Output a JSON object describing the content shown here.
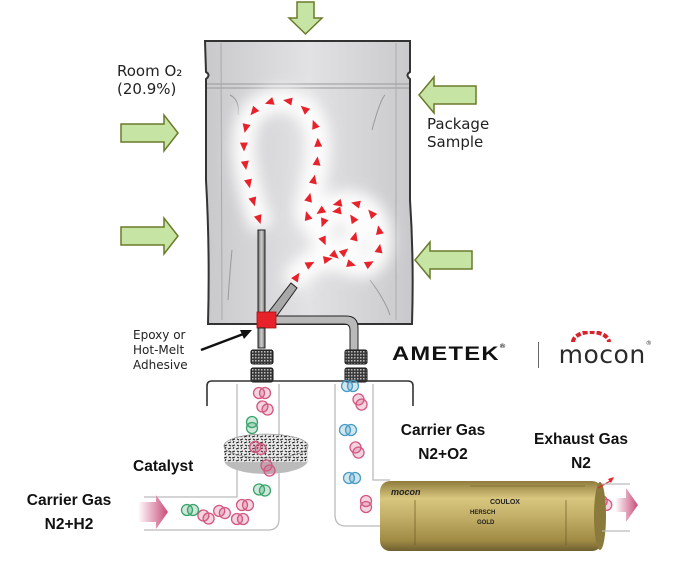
{
  "diagram": {
    "title": "Headspace oxygen analyzer flow diagram",
    "labels": {
      "room_o2_line1": "Room O₂",
      "room_o2_line2": "(20.9%)",
      "package_line1": "Package",
      "package_line2": "Sample",
      "adhesive_line1": "Epoxy or",
      "adhesive_line2": "Hot-Melt",
      "adhesive_line3": "Adhesive",
      "catalyst": "Catalyst",
      "carrier_in_line1": "Carrier Gas",
      "carrier_in_line2": "N2+H2",
      "carrier_mid_line1": "Carrier Gas",
      "carrier_mid_line2": "N2+O2",
      "exhaust_line1": "Exhaust Gas",
      "exhaust_line2": "N2"
    },
    "logos": {
      "ametek": "AMETEK",
      "ametek_mark": "®",
      "mocon": "mocon",
      "mocon_mark": "®"
    },
    "sensor": {
      "brand": "mocon",
      "name": "COULOX",
      "sub": "HERSCH",
      "grade": "GOLD"
    },
    "colors": {
      "ingress_arrow_fill": "#c6e4a4",
      "ingress_arrow_stroke": "#6b7a2a",
      "flow_marker": "#e8222a",
      "adhesive": "#e8222a",
      "bag_fill": "#d9d9db",
      "hydrogen_molecule": "#3aa26a",
      "oxygen_molecule": "#d2587f",
      "nitrogen_molecule": "#4a9cc4",
      "sensor_gold": "#c7b36a",
      "outflow_arrow": "#c94b78"
    }
  }
}
